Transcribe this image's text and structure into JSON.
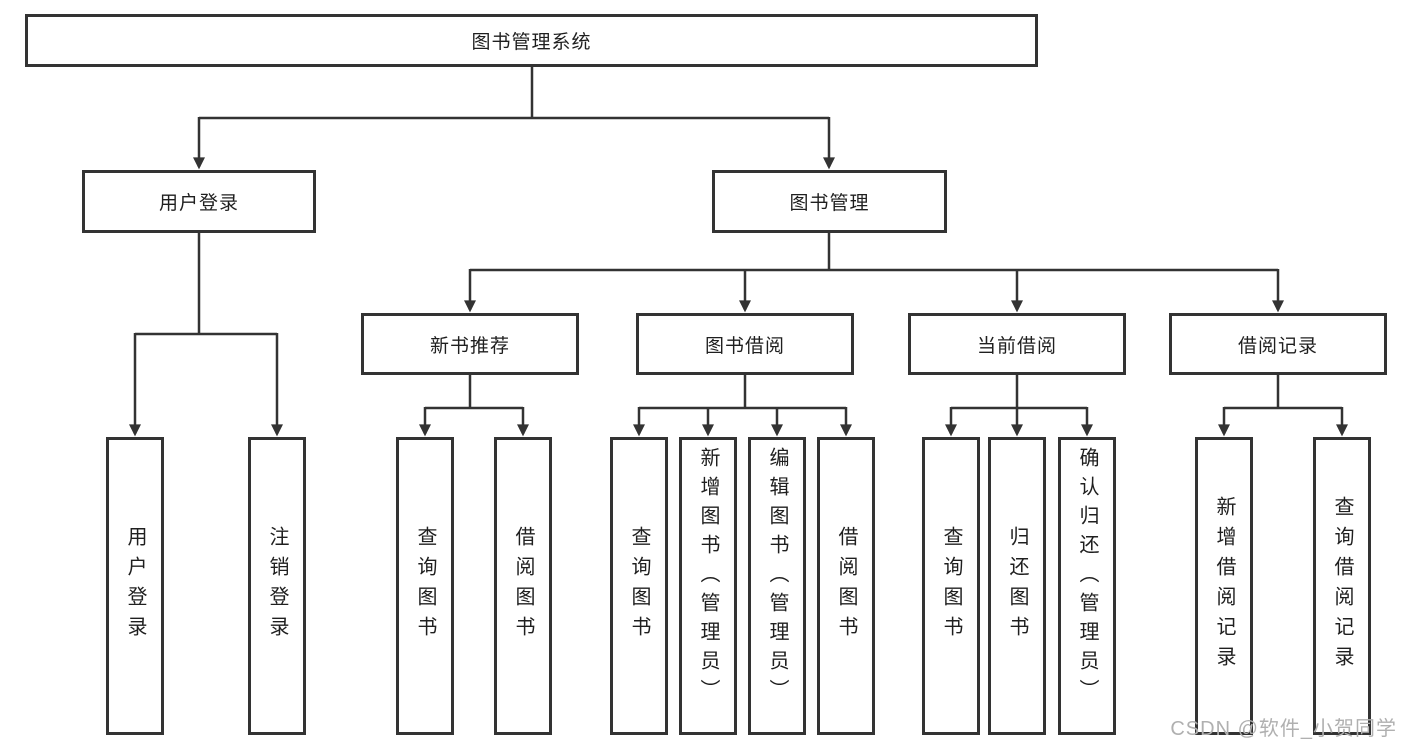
{
  "diagram": {
    "root": {
      "label": "图书管理系统"
    },
    "level1": [
      {
        "label": "用户登录"
      },
      {
        "label": "图书管理"
      }
    ],
    "level2": [
      {
        "label": "新书推荐",
        "parent": "图书管理"
      },
      {
        "label": "图书借阅",
        "parent": "图书管理"
      },
      {
        "label": "当前借阅",
        "parent": "图书管理"
      },
      {
        "label": "借阅记录",
        "parent": "图书管理"
      }
    ],
    "leaves": [
      {
        "label": "用户登录",
        "parent": "用户登录"
      },
      {
        "label": "注销登录",
        "parent": "用户登录"
      },
      {
        "label": "查询图书",
        "parent": "新书推荐"
      },
      {
        "label": "借阅图书",
        "parent": "新书推荐"
      },
      {
        "label": "查询图书",
        "parent": "图书借阅"
      },
      {
        "label": "新增图书（管理员）",
        "parent": "图书借阅"
      },
      {
        "label": "编辑图书（管理员）",
        "parent": "图书借阅"
      },
      {
        "label": "借阅图书",
        "parent": "图书借阅"
      },
      {
        "label": "查询图书",
        "parent": "当前借阅"
      },
      {
        "label": "归还图书",
        "parent": "当前借阅"
      },
      {
        "label": "确认归还（管理员）",
        "parent": "当前借阅"
      },
      {
        "label": "新增借阅记录",
        "parent": "借阅记录"
      },
      {
        "label": "查询借阅记录",
        "parent": "借阅记录"
      }
    ],
    "watermark": "CSDN @软件_小贺同学",
    "colors": {
      "line": "#333333",
      "box_border": "#333333",
      "text": "#1f1f1f",
      "watermark": "#b0b0b0",
      "background": "#ffffff"
    }
  }
}
